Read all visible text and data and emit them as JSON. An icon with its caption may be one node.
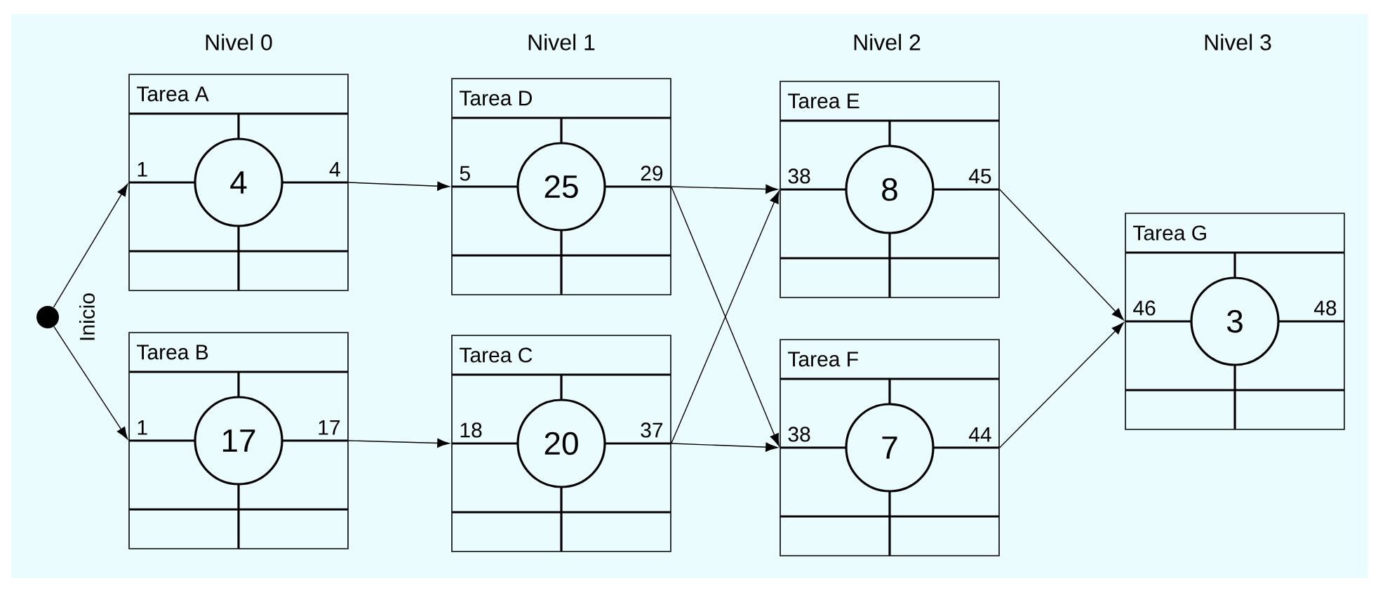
{
  "diagram": {
    "nodes": [
      {
        "text": [],
        "shape": "circle",
        "beside": [
          "Inicio"
        ]
      },
      {
        "text": [
          "Tarea A",
          "1",
          "4"
        ]
      },
      {
        "text": [
          "4"
        ],
        "in": 1
      },
      {
        "text": [
          "Tarea B",
          "1",
          "17"
        ]
      },
      {
        "text": [
          "17"
        ],
        "in": 3
      },
      {
        "text": [
          "Tarea D",
          "5",
          "29"
        ]
      },
      {
        "text": [
          "25"
        ],
        "in": 5
      },
      {
        "text": [
          "Tarea C",
          "18",
          "37"
        ]
      },
      {
        "text": [
          "20"
        ],
        "in": 7
      },
      {
        "text": [
          "Tarea E",
          "38",
          "45"
        ]
      },
      {
        "text": [
          "8"
        ],
        "in": 9
      },
      {
        "text": [
          "Tarea F",
          "38",
          "44"
        ]
      },
      {
        "text": [
          "7"
        ],
        "in": 11
      },
      {
        "text": [
          "Tarea G",
          "46",
          "48"
        ]
      },
      {
        "text": [
          "3"
        ],
        "in": 13
      }
    ],
    "edges": [
      {
        "from": 0,
        "to": 1,
        "arrow": "to"
      },
      {
        "from": 0,
        "to": 3,
        "arrow": "to"
      },
      {
        "from": 1,
        "to": 5,
        "arrow": "to"
      },
      {
        "from": 3,
        "to": 7,
        "arrow": "to"
      },
      {
        "from": 5,
        "to": 9,
        "arrow": "to"
      },
      {
        "from": 5,
        "to": 11,
        "arrow": "to"
      },
      {
        "from": 7,
        "to": 9,
        "arrow": "to"
      },
      {
        "from": 7,
        "to": 11,
        "arrow": "to"
      },
      {
        "from": 9,
        "to": 13,
        "arrow": "to"
      },
      {
        "from": 11,
        "to": 13,
        "arrow": "to"
      }
    ],
    "labels": [
      "Nivel 0",
      "Nivel 1",
      "Nivel 2",
      "Nivel 3"
    ]
  }
}
